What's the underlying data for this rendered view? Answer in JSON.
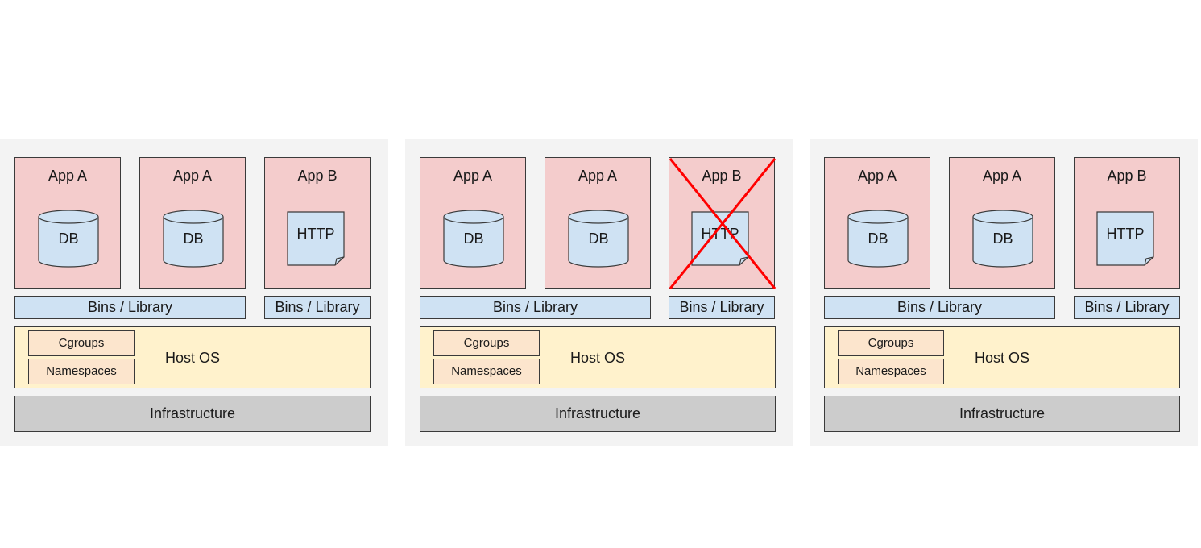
{
  "panels": [
    {
      "apps": [
        {
          "label": "App A",
          "inner": "DB"
        },
        {
          "label": "App A",
          "inner": "DB"
        },
        {
          "label": "App B",
          "inner": "HTTP"
        }
      ],
      "bins_wide": "Bins / Library",
      "bins_narrow": "Bins / Library",
      "cgroups": "Cgroups",
      "namespaces": "Namespaces",
      "host_os": "Host OS",
      "infrastructure": "Infrastructure"
    },
    {
      "apps": [
        {
          "label": "App A",
          "inner": "DB"
        },
        {
          "label": "App A",
          "inner": "DB"
        },
        {
          "label": "App B",
          "inner": "HTTP"
        }
      ],
      "bins_wide": "Bins / Library",
      "bins_narrow": "Bins / Library",
      "cgroups": "Cgroups",
      "namespaces": "Namespaces",
      "host_os": "Host OS",
      "infrastructure": "Infrastructure"
    },
    {
      "apps": [
        {
          "label": "App A",
          "inner": "DB"
        },
        {
          "label": "App A",
          "inner": "DB"
        },
        {
          "label": "App B",
          "inner": "HTTP"
        }
      ],
      "bins_wide": "Bins / Library",
      "bins_narrow": "Bins / Library",
      "cgroups": "Cgroups",
      "namespaces": "Namespaces",
      "host_os": "Host OS",
      "infrastructure": "Infrastructure"
    }
  ],
  "colors": {
    "app": "#f4cccc",
    "db": "#cfe2f3",
    "bins": "#cfe2f3",
    "host_os": "#fff2cc",
    "kernel_feature": "#fce5cd",
    "infrastructure": "#cccccc",
    "failure_mark": "#ff0000"
  },
  "icons": {
    "db": "database-cylinder-icon",
    "http": "document-page-icon",
    "failure": "red-x-icon"
  }
}
